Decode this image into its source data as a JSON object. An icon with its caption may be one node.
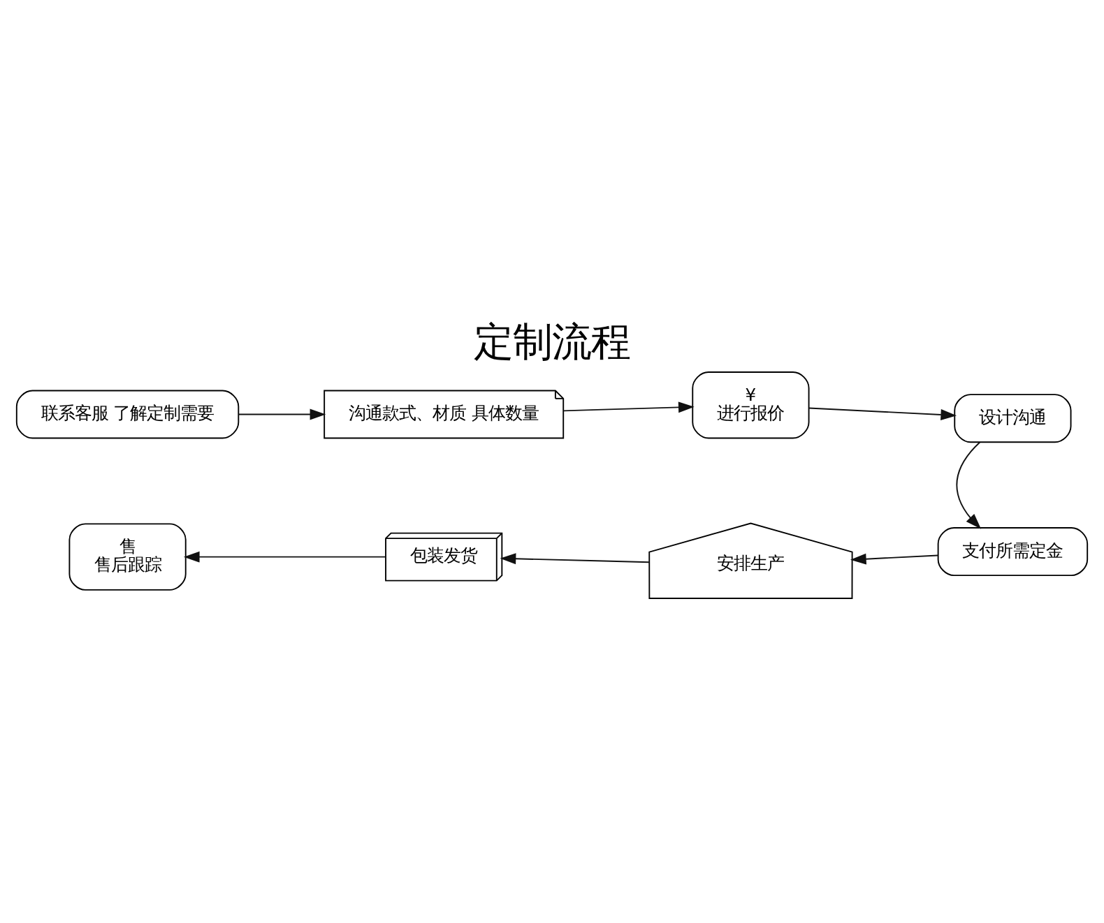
{
  "diagram": {
    "title": "定制流程",
    "nodes": [
      {
        "text": [
          "联系客服 了解定制需要"
        ]
      },
      {
        "text": [
          "沟通款式、材质 具体数量"
        ]
      },
      {
        "text": [
          "¥",
          "进行报价"
        ]
      },
      {
        "text": [
          "设计沟通"
        ]
      },
      {
        "text": [
          "支付所需定金"
        ]
      },
      {
        "text": [
          "安排生产"
        ]
      },
      {
        "text": [
          "包装发货"
        ]
      },
      {
        "text": [
          "售",
          "售后跟踪"
        ]
      }
    ],
    "edges": [
      {
        "from": 0,
        "to": 1,
        "arrow": "to"
      },
      {
        "from": 1,
        "to": 2,
        "arrow": "to"
      },
      {
        "from": 2,
        "to": 3,
        "arrow": "to"
      },
      {
        "from": 3,
        "to": 4,
        "arrow": "to"
      },
      {
        "from": 4,
        "to": 5,
        "arrow": "to"
      },
      {
        "from": 5,
        "to": 6,
        "arrow": "to"
      },
      {
        "from": 6,
        "to": 7,
        "arrow": "to"
      }
    ]
  }
}
